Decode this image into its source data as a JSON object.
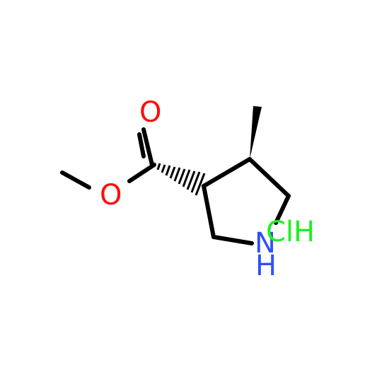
{
  "structure": {
    "atoms": {
      "carbonyl_oxygen": {
        "text": "O",
        "color": "#ff0d0d"
      },
      "ester_oxygen": {
        "text": "O",
        "color": "#ff0d0d"
      },
      "ring_nitrogen": {
        "text": "N",
        "color": "#3050f8"
      },
      "ring_nitrogen_hydrogen": {
        "text": "H",
        "color": "#3050f8"
      }
    },
    "salt": {
      "text": "ClH",
      "color": "#1ff01f"
    },
    "bond_color": "#000000"
  }
}
